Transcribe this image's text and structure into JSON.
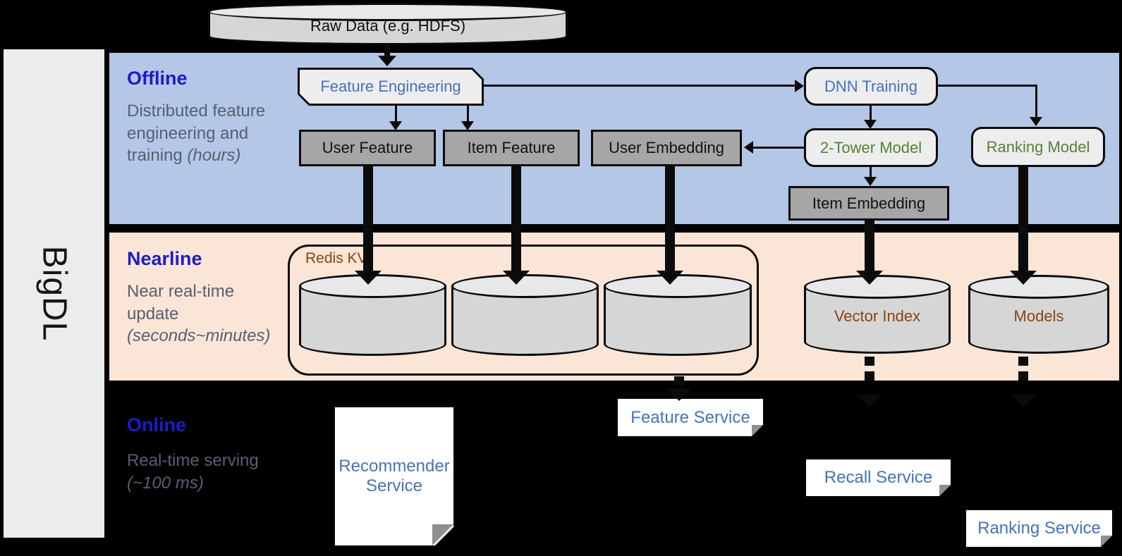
{
  "brand": "BigDL",
  "datastore": {
    "raw_data": "Raw Data (e.g. HDFS)"
  },
  "sections": {
    "offline": {
      "title": "Offline",
      "desc": "Distributed feature engineering and training",
      "desc_em": "(hours)"
    },
    "nearline": {
      "title": "Nearline",
      "desc": "Near real-time update",
      "desc_em": "(seconds~minutes)"
    },
    "online": {
      "title": "Online",
      "desc": "Real-time serving",
      "desc_em": "(~100 ms)"
    }
  },
  "nodes": {
    "feature_engineering": "Feature Engineering",
    "dnn_training": "DNN Training",
    "user_feature": "User Feature",
    "item_feature": "Item Feature",
    "user_embedding": "User Embedding",
    "two_tower_model": "2-Tower Model",
    "ranking_model": "Ranking Model",
    "item_embedding": "Item Embedding",
    "redis_kv": "Redis KV",
    "vector_index": "Vector Index",
    "models": "Models",
    "recommender_service": "Recommender Service",
    "feature_service": "Feature Service",
    "recall_service": "Recall Service",
    "ranking_service": "Ranking Service"
  },
  "colors": {
    "background": "#000000",
    "offline_band": "#b4c7e7",
    "nearline_band": "#fbe5d6",
    "section_title_blue": "#1b1ccd",
    "body_text_gray": "#566070",
    "service_text_blue": "#4472c4",
    "model_text_green": "#548235",
    "store_text_brown": "#8a4412",
    "gray_node_fill": "#a6a6a6",
    "light_node_fill": "#ededed",
    "cylinder_fill": "#d6d6d6",
    "sidebar_fill": "#ececec"
  }
}
